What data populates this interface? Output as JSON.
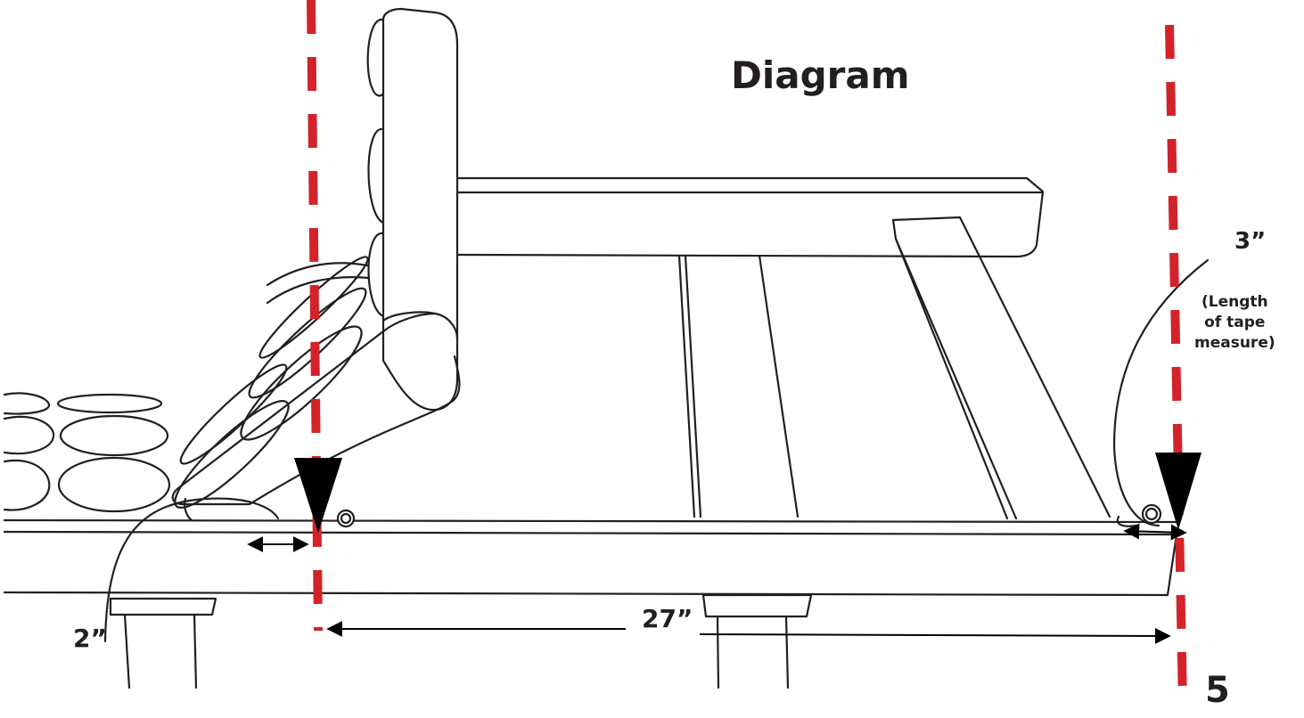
{
  "title": "Diagram",
  "labels": {
    "dim_top_right": "3”",
    "tape_note": "(Length\nof tape\nmeasure)",
    "dim_bottom_center": "27”",
    "dim_bottom_left": "2”"
  },
  "page_number": "5",
  "colors": {
    "line": "#231f20",
    "guide": "#d2232a",
    "arrow": "#000000"
  }
}
